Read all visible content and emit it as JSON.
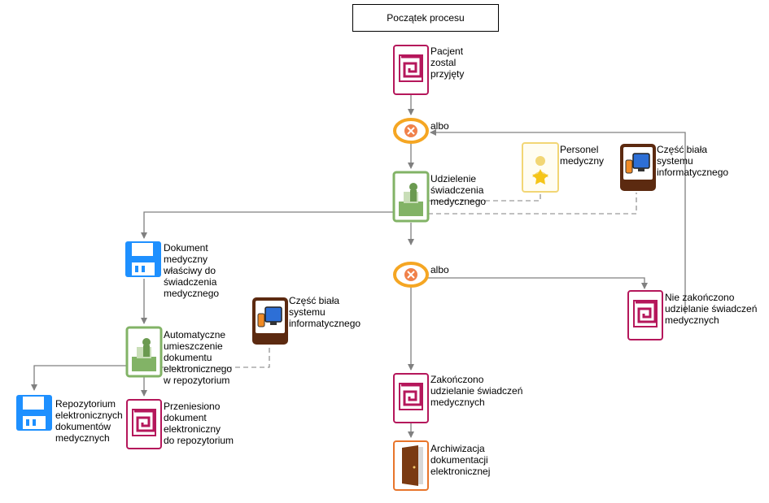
{
  "diagram": {
    "start": "Początek procesu",
    "events": {
      "patient_admitted": "Pacjent\nzostal\nprzyjęty",
      "not_finished": "Nie zakończono\nudzielanie świadczeń\nmedycznych",
      "finished": "Zakończono\nudzielanie świadczeń\nmedycznych",
      "moved_to_repo": "Przeniesiono\ndokument\nelektroniczny\ndo repozytorium"
    },
    "gateways": {
      "g1": "albo",
      "g2": "albo"
    },
    "tasks": {
      "provide_service": "Udzielenie\nświadczenia\nmedycznego",
      "auto_place": "Automatyczne\numieszczenie\ndokumentu\nelektronicznego\nw repozytorium",
      "archive": "Archiwizacja\ndokumentacji\nelektronicznej"
    },
    "resources": {
      "staff": "Personel\nmedyczny",
      "it_system_1": "Część biała\nsystemu\ninformatycznego",
      "it_system_2": "Część biała\nsystemu\ninformatycznego"
    },
    "documents": {
      "medical_doc": "Dokument\nmedyczny\nwłaściwy do\nświadczenia\nmedycznego",
      "repository": "Repozytorium\nelektronicznych\ndokumentów\nmedycznych"
    },
    "colors": {
      "event": "#b5175b",
      "gateway": "#f5a623",
      "task": "#82b366",
      "resource_staff": "#f2d675",
      "resource_it": "#5c2a10",
      "document": "#1e90ff",
      "archive": "#e8752b",
      "connector": "#808080"
    }
  }
}
